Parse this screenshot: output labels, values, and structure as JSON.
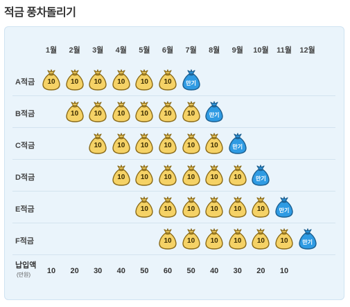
{
  "title": "적금 풍차돌리기",
  "months": [
    "1월",
    "2월",
    "3월",
    "4월",
    "5월",
    "6월",
    "7월",
    "8월",
    "9월",
    "10월",
    "11월",
    "12월"
  ],
  "rows": [
    {
      "label": "A적금",
      "start": 0
    },
    {
      "label": "B적금",
      "start": 1
    },
    {
      "label": "C적금",
      "start": 2
    },
    {
      "label": "D적금",
      "start": 3
    },
    {
      "label": "E적금",
      "start": 4
    },
    {
      "label": "F적금",
      "start": 5
    }
  ],
  "deposit_label": "10",
  "maturity_label": "만기",
  "payment": {
    "label": "납입액",
    "unit": "(만원)",
    "values": [
      "10",
      "20",
      "30",
      "40",
      "50",
      "60",
      "50",
      "40",
      "30",
      "20",
      "10",
      ""
    ]
  },
  "colors": {
    "gold_bag": "#f5d266",
    "gold_outline": "#8a6a17",
    "blue_bag": "#2f9be3",
    "blue_outline": "#1b5e8f",
    "panel_bg": "#eaf4fb"
  }
}
